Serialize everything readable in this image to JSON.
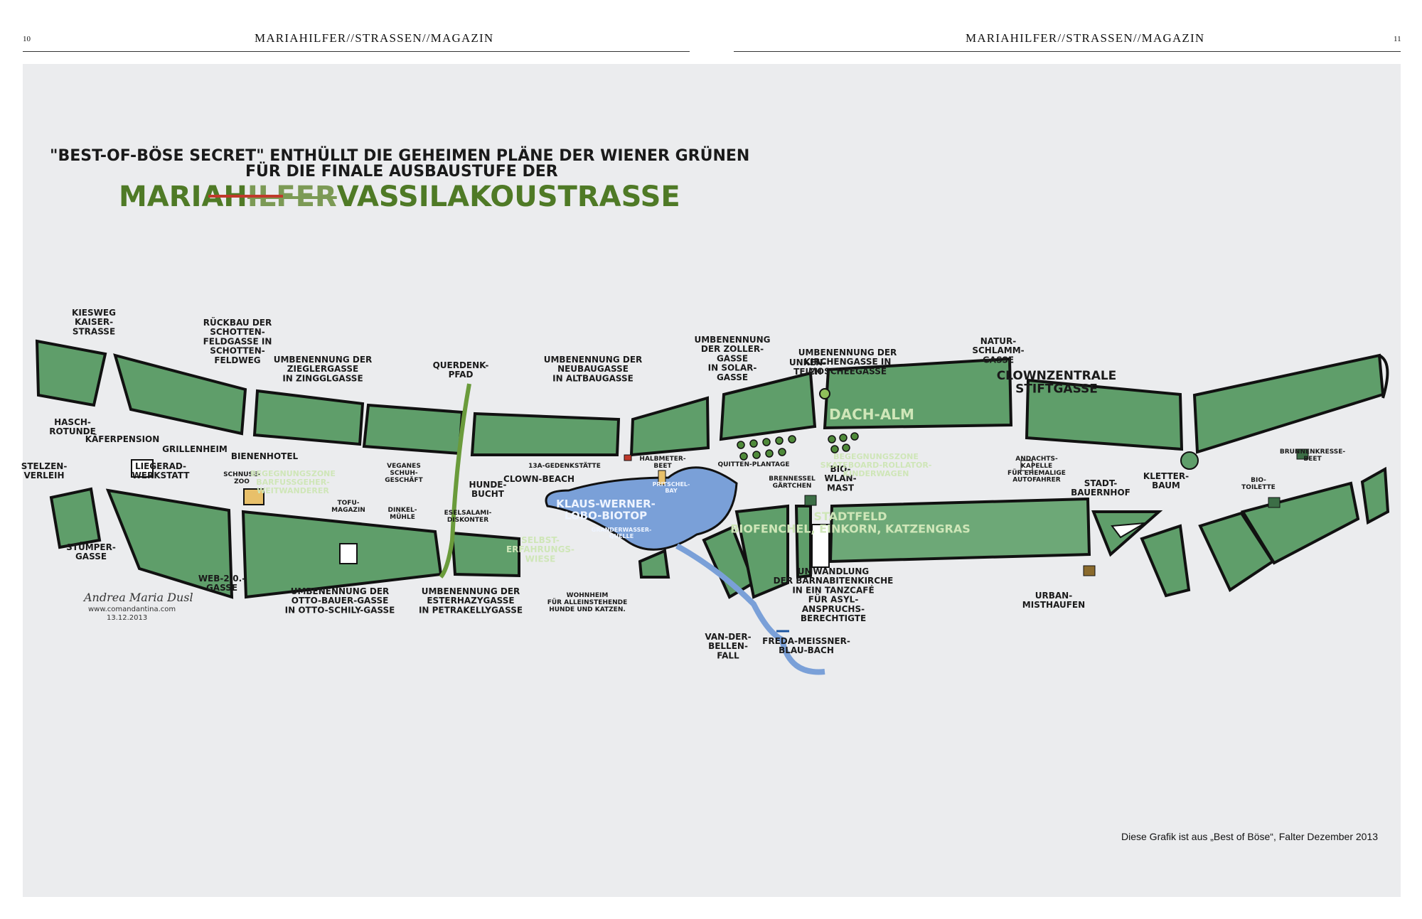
{
  "header": {
    "left_page_number": "10",
    "right_page_number": "11",
    "left_title": "MARIAHILFER//STRASSEN//MAGAZIN",
    "right_title": "MARIAHILFER//STRASSEN//MAGAZIN"
  },
  "graphic": {
    "title_line1": "\"BEST-OF-BÖSE SECRET\" ENTHÜLLT DIE GEHEIMEN PLÄNE DER WIENER GRÜNEN",
    "title_line2": "FÜR DIE FINALE AUSBAUSTUFE DER",
    "street_prefix": "MARIAH",
    "street_struck": "ILFER",
    "street_new": "VASSILAKOUSTRASSE",
    "signature": {
      "name": "Andrea Maria Dusl",
      "url": "www.comandantina.com",
      "date": "13.12.2013"
    },
    "colors": {
      "panel": "#ebecee",
      "block_green": "#5f9e6a",
      "block_dark": "#3c6e46",
      "street": "#dfe9d3",
      "water": "#7aa0d8",
      "title_green": "#4f7a26",
      "strike_red": "#c0392b"
    },
    "labels": {
      "kiesweg": [
        "KIESWEG",
        "KAISER-",
        "STRASSE"
      ],
      "rueckbau": [
        "RÜCKBAU DER",
        "SCHOTTEN-",
        "FELDGASSE IN",
        "SCHOTTEN-",
        "FELDWEG"
      ],
      "ziegler": [
        "UMBENENNUNG DER",
        "ZIEGLERGASSE",
        "IN ZINGGLGASSE"
      ],
      "querdenk": [
        "QUERDENK-",
        "PFAD"
      ],
      "neubau": [
        "UMBENENNUNG DER",
        "NEUBAUGASSE",
        "IN ALTBAUGASSE"
      ],
      "zoller": [
        "UMBENENNUNG",
        "DER ZOLLER-",
        "GASSE",
        "IN SOLAR-",
        "GASSE"
      ],
      "unken": [
        "UNKEN-",
        "TEICH"
      ],
      "kirchengasse": [
        "UMBENENNUNG DER",
        "KIRCHENGASSE IN",
        "MOSCHEEGASSE"
      ],
      "naturschlamm": [
        "NATUR-",
        "SCHLAMM-",
        "GASSE"
      ],
      "clown_zentrale": [
        "CLOWNZENTRALE",
        "STIFTGASSE"
      ],
      "hasch": [
        "HASCH-",
        "ROTUNDE"
      ],
      "kaefer": [
        "KÄFERPENSION"
      ],
      "grillen": [
        "GRILLENHEIM"
      ],
      "bienen": [
        "BIENENHOTEL"
      ],
      "dach_alm": [
        "DACH-ALM"
      ],
      "stelzen": [
        "STELZEN-",
        "VERLEIH"
      ],
      "liegerad": [
        "LIEGERAD-",
        "WERKSTATT"
      ],
      "schnuse": [
        "SCHNUSE-",
        "ZOO"
      ],
      "begegnung1": [
        "BEGEGNUNGSZONE",
        "BARFUSSGEHER-",
        "WEITWANDERER"
      ],
      "veganes": [
        "VEGANES",
        "SCHUH-",
        "GESCHÄFT"
      ],
      "hundebucht": [
        "HUNDE-",
        "BUCHT"
      ],
      "gedenk": [
        "13A-GEDENKSTÄTTE"
      ],
      "clownbeach": [
        "CLOWN-BEACH"
      ],
      "halbmeter": [
        "HALBMETER-",
        "BEET"
      ],
      "pritschel": [
        "PRITSCHEL-",
        "BAY"
      ],
      "biotop": [
        "KLAUS-WERNER-",
        "LOBO-BIOTOP"
      ],
      "quelle": [
        "GRANDERWASSER-",
        "QUELLE"
      ],
      "quitten": [
        "QUITTEN-PLANTAGE"
      ],
      "begegnung2": [
        "BEGEGNUNGSZONE",
        "SKATEBOARD-ROLLATOR-",
        "KINDERWAGEN"
      ],
      "andacht": [
        "ANDACHTS-",
        "KAPELLE",
        "FÜR EHEMALIGE",
        "AUTOFAHRER"
      ],
      "brunnenkresse": [
        "BRUNNENKRESSE-",
        "BEET"
      ],
      "brennessel": [
        "BRENNESSEL",
        "GÄRTCHEN"
      ],
      "biowlan": [
        "BIO-",
        "WLAN-",
        "MAST"
      ],
      "stadtbauer": [
        "STADT-",
        "BAUERNHOF"
      ],
      "kletter": [
        "KLETTER-",
        "BAUM"
      ],
      "biotoilette": [
        "BIO-",
        "TOILETTE"
      ],
      "tofu": [
        "TOFU-",
        "MAGAZIN"
      ],
      "dinkel": [
        "DINKEL-",
        "MÜHLE"
      ],
      "eselsalami": [
        "ESELSALAMI-",
        "DISKONTER"
      ],
      "selbst": [
        "SELBST-",
        "ERFAHRUNGS-",
        "WIESE"
      ],
      "stadtfeld": [
        "STADTFELD",
        "BIOFENCHEL, EINKORN, KATZENGRAS"
      ],
      "stuemper": [
        "STÜMPER-",
        "GASSE"
      ],
      "web": [
        "WEB-2.0.-",
        "GASSE"
      ],
      "otto": [
        "UMBENENNUNG DER",
        "OTTO-BAUER-GASSE",
        "IN OTTO-SCHILY-GASSE"
      ],
      "esterhazy": [
        "UMBENENNUNG DER",
        "ESTERHAZYGASSE",
        "IN PETRAKELLYGASSE"
      ],
      "wohnheim": [
        "WOHNHEIM",
        "FÜR ALLEINSTEHENDE",
        "HUNDE UND KATZEN."
      ],
      "umwandlung": [
        "UMWANDLUNG",
        "DER BARNABITENKIRCHE",
        "IN EIN TANZCAFÉ",
        "FÜR ASYL-",
        "ANSPRUCHS-",
        "BERECHTIGTE"
      ],
      "urban": [
        "URBAN-",
        "MISTHAUFEN"
      ],
      "vanderbellen": [
        "VAN-DER-",
        "BELLEN-",
        "FALL"
      ],
      "freda": [
        "FREDA-MEISSNER-",
        "BLAU-BACH"
      ]
    }
  },
  "caption": "Diese Grafik ist aus „Best of Böse“, Falter Dezember 2013"
}
